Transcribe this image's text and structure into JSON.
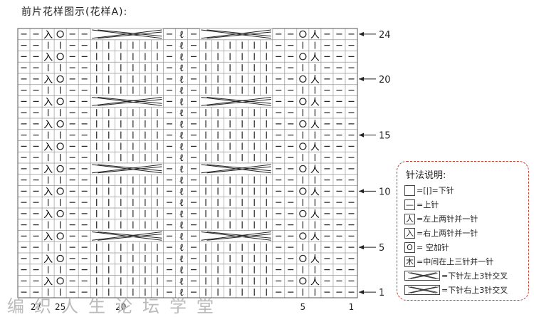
{
  "title": "前片花样图示(花样A):",
  "chart": {
    "row_labels": [
      {
        "row": 24,
        "label": "24"
      },
      {
        "row": 20,
        "label": "20"
      },
      {
        "row": 15,
        "label": "15"
      },
      {
        "row": 10,
        "label": "10"
      },
      {
        "row": 5,
        "label": "5"
      },
      {
        "row": 1,
        "label": "1"
      }
    ],
    "col_labels": [
      {
        "col": 27,
        "label": "27"
      },
      {
        "col": 25,
        "label": "25"
      },
      {
        "col": 20,
        "label": "20"
      },
      {
        "col": 5,
        "label": "5"
      },
      {
        "col": 1,
        "label": "1"
      }
    ]
  },
  "legend": {
    "title": "针法说明:",
    "items": [
      {
        "symbol": "",
        "text": "=[|]=下针"
      },
      {
        "symbol": "—",
        "text": "=上针"
      },
      {
        "symbol": "人",
        "text": "=左上两针并一针"
      },
      {
        "symbol": "入",
        "text": "=右上两针并一针"
      },
      {
        "symbol": "O",
        "text": "= 空加针"
      },
      {
        "symbol": "木",
        "text": "=中间在上三针并一针"
      },
      {
        "symbol": "",
        "text": "=下针左上3针交叉"
      },
      {
        "symbol": "",
        "text": "=下针右上3针交叉"
      }
    ]
  },
  "watermark": "编织人生论坛学堂"
}
